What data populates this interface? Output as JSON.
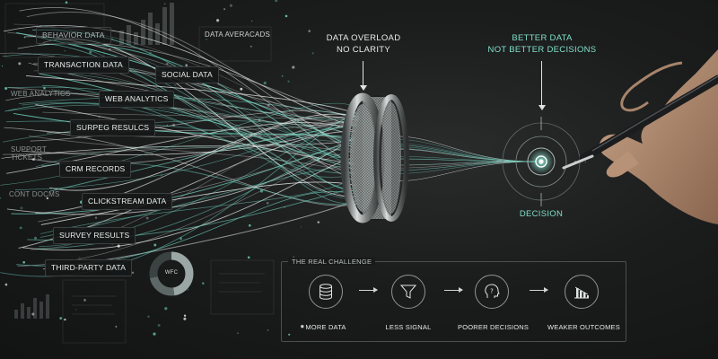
{
  "sources": {
    "primary": [
      "BEHAVIOR DATA",
      "TRANSACTION DATA",
      "SOCIAL DATA",
      "WEB ANALYTICS",
      "SURPEG RESULCS",
      "CRM RECORDS",
      "CLICKSTREAM DATA",
      "SURVEY RESULTS",
      "THIRD-PARTY DATA"
    ],
    "faint": [
      "WEB ANALYTICS",
      "SUPPORT TICKETS",
      "CONT DOCMS",
      "DATA AVERACADS"
    ],
    "donut_label": "WFC"
  },
  "callouts": {
    "overload": [
      "DATA OVERLOAD",
      "NO CLARITY"
    ],
    "better": [
      "BETTER DATA",
      "NOT BETTER DECISIONS"
    ],
    "decision": "DECISION"
  },
  "challenge": {
    "title": "THE REAL CHALLENGE",
    "steps": [
      "MORE DATA",
      "LESS SIGNAL",
      "POORER DECISIONS",
      "WEAKER OUTCOMES"
    ]
  },
  "colors": {
    "background": "#161717",
    "thread_white": "#e8ecea",
    "thread_teal": "#6fd3bf",
    "accent_teal": "#7fe0c7",
    "label_text": "#e9efec"
  }
}
